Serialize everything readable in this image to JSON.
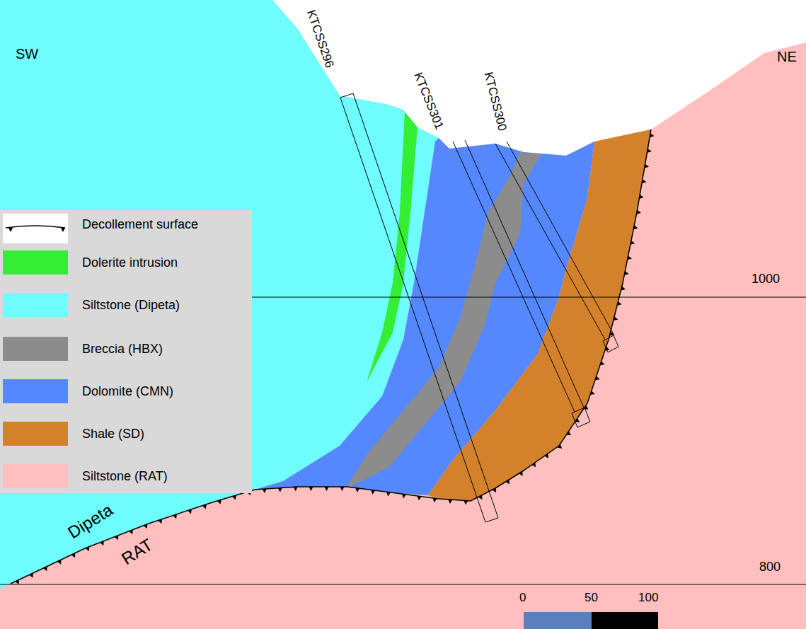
{
  "diagram": {
    "labels": [
      "SW",
      "NE",
      "KTCSS296",
      "KTCSS301",
      "KTCSS300",
      "1000",
      "800",
      "Dipeta",
      "RAT",
      "0",
      "50",
      "100"
    ],
    "legend": [
      {
        "text": "Decollement surface"
      },
      {
        "text": "Dolerite intrusion",
        "color": "#33ee33"
      },
      {
        "text": "Siltstone (Dipeta)",
        "color": "#6ffcfc"
      },
      {
        "text": "Breccia (HBX)",
        "color": "#8c8c8c"
      },
      {
        "text": "Dolomite (CMN)",
        "color": "#5588ff"
      },
      {
        "text": "Shale (SD)",
        "color": "#d4812c"
      },
      {
        "text": "Siltstone (RAT)",
        "color": "#ffbfbf"
      }
    ]
  }
}
